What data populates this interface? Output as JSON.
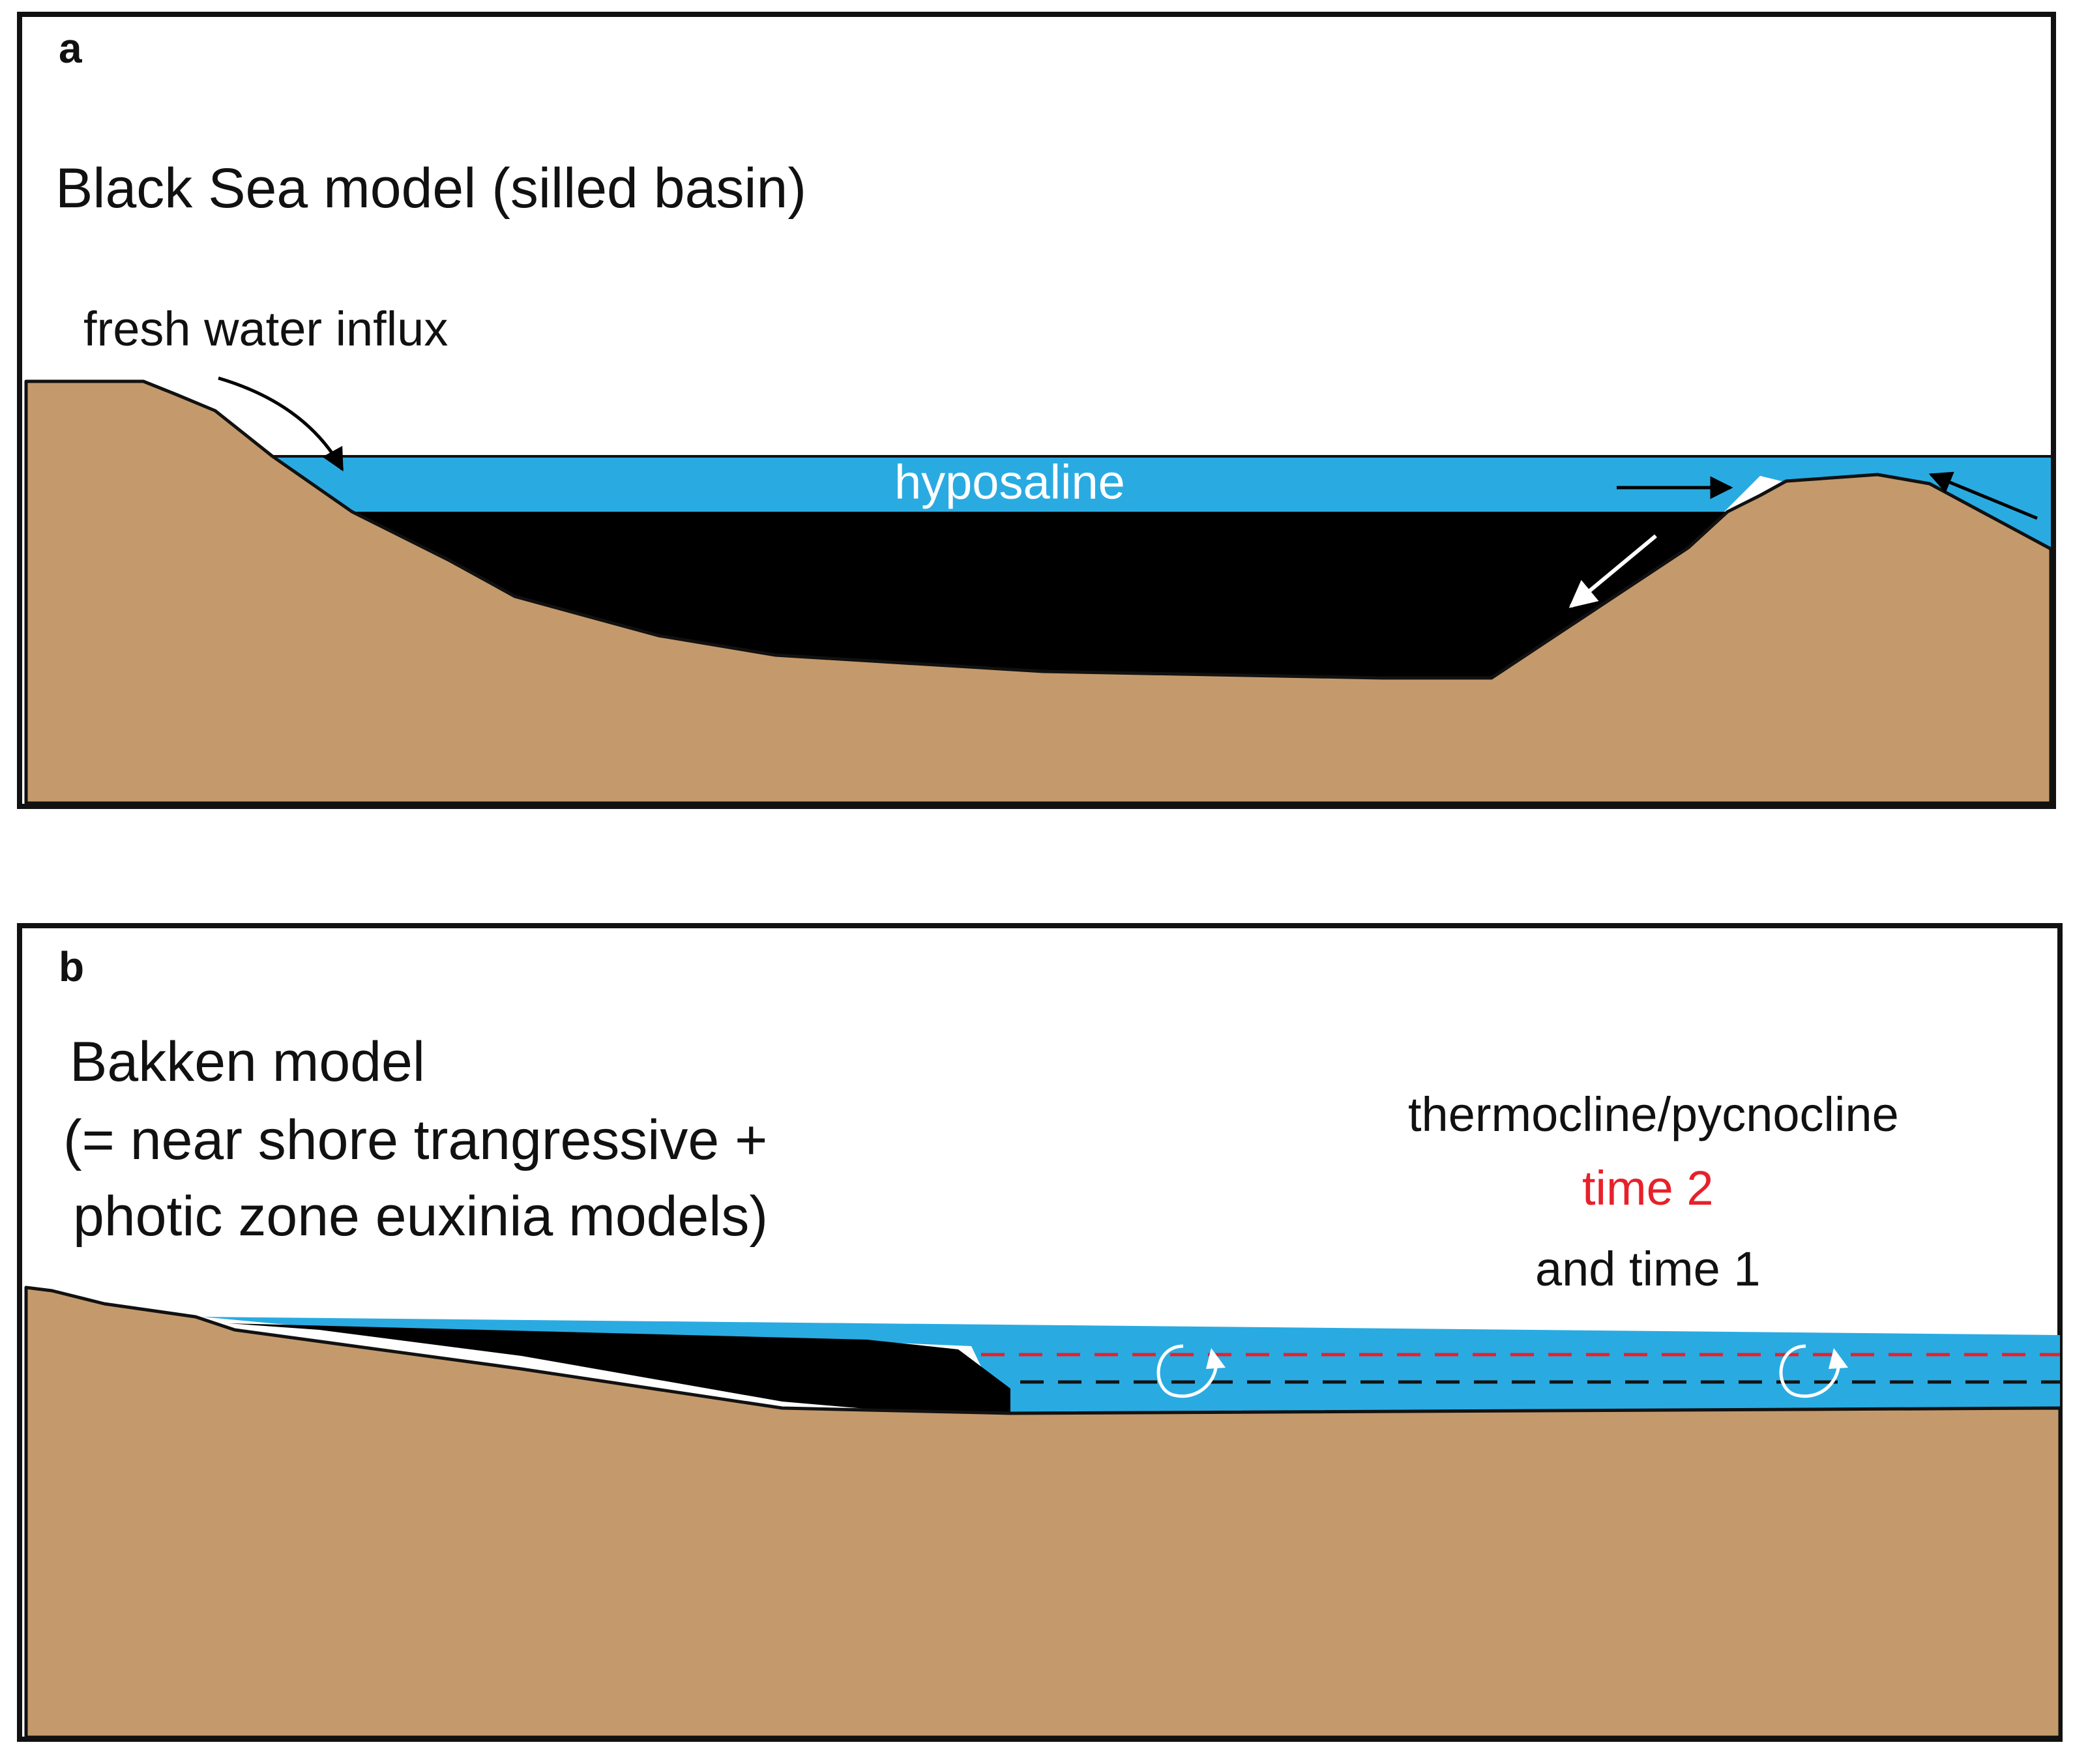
{
  "colors": {
    "sediment": "#c49a6c",
    "water": "#29abe2",
    "anoxic": "#000000",
    "frame": "#111111",
    "time2": "#e8202a",
    "white": "#ffffff"
  },
  "panel_a": {
    "letter": "a",
    "title": "Black Sea model (silled basin)",
    "influx_label": "fresh water influx",
    "water_label": "hyposaline"
  },
  "panel_b": {
    "letter": "b",
    "title_line1": "Bakken model",
    "title_line2": "(= near shore trangressive +",
    "title_line3": "photic zone euxinia models)",
    "legend_line1": "thermocline/pycnocline",
    "legend_time2": "time 2",
    "legend_time1": "and time 1"
  }
}
